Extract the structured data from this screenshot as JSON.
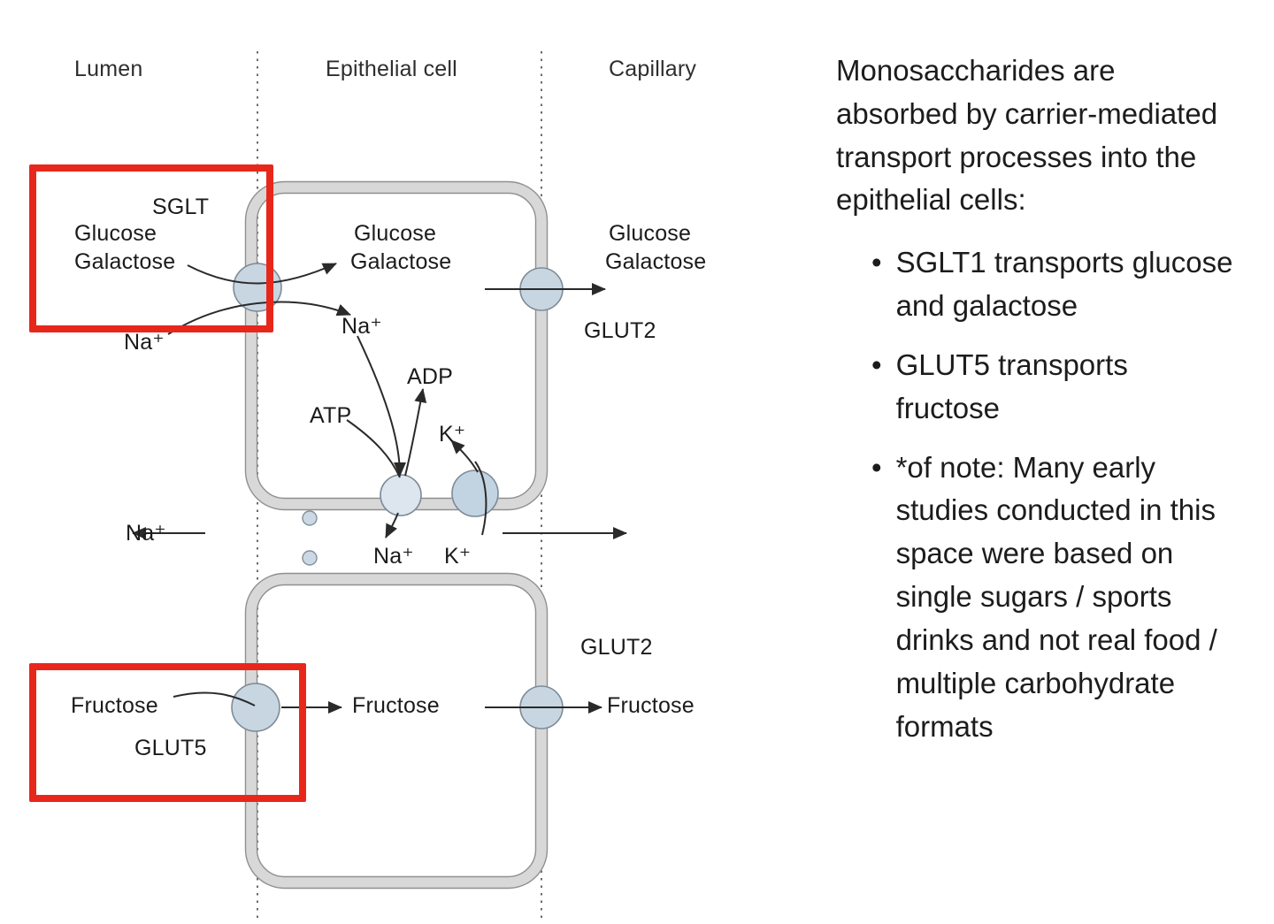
{
  "diagram": {
    "headers": {
      "lumen": "Lumen",
      "epithelial": "Epithelial cell",
      "capillary": "Capillary"
    },
    "labels": {
      "sglt": "SGLT",
      "glucose_lumen": "Glucose",
      "galactose_lumen": "Galactose",
      "na_lumen": "Na⁺",
      "glucose_cell": "Glucose",
      "galactose_cell": "Galactose",
      "na_cell": "Na⁺",
      "adp": "ADP",
      "atp": "ATP",
      "k_cell": "K⁺",
      "glucose_cap": "Glucose",
      "galactose_cap": "Galactose",
      "glut2_top": "GLUT2",
      "na_baso_left": "Na⁺",
      "na_baso": "Na⁺",
      "k_baso": "K⁺",
      "glut2_bottom": "GLUT2",
      "fructose_lumen": "Fructose",
      "glut5": "GLUT5",
      "fructose_cell": "Fructose",
      "fructose_cap": "Fructose"
    },
    "colors": {
      "highlight": "#e8271b",
      "transporter_fill": "#c8d6e2",
      "membrane": "#d8d8d8"
    }
  },
  "panel": {
    "intro": "Monosaccharides are absorbed by carrier-mediated transport processes into the epithelial cells:",
    "bullet_marker": "•",
    "bullets": [
      "SGLT1 transports glucose and galactose",
      "GLUT5 transports fructose",
      "*of note: Many early studies conducted in this space were based on single sugars / sports drinks and not real food / multiple carbohydrate formats"
    ]
  }
}
